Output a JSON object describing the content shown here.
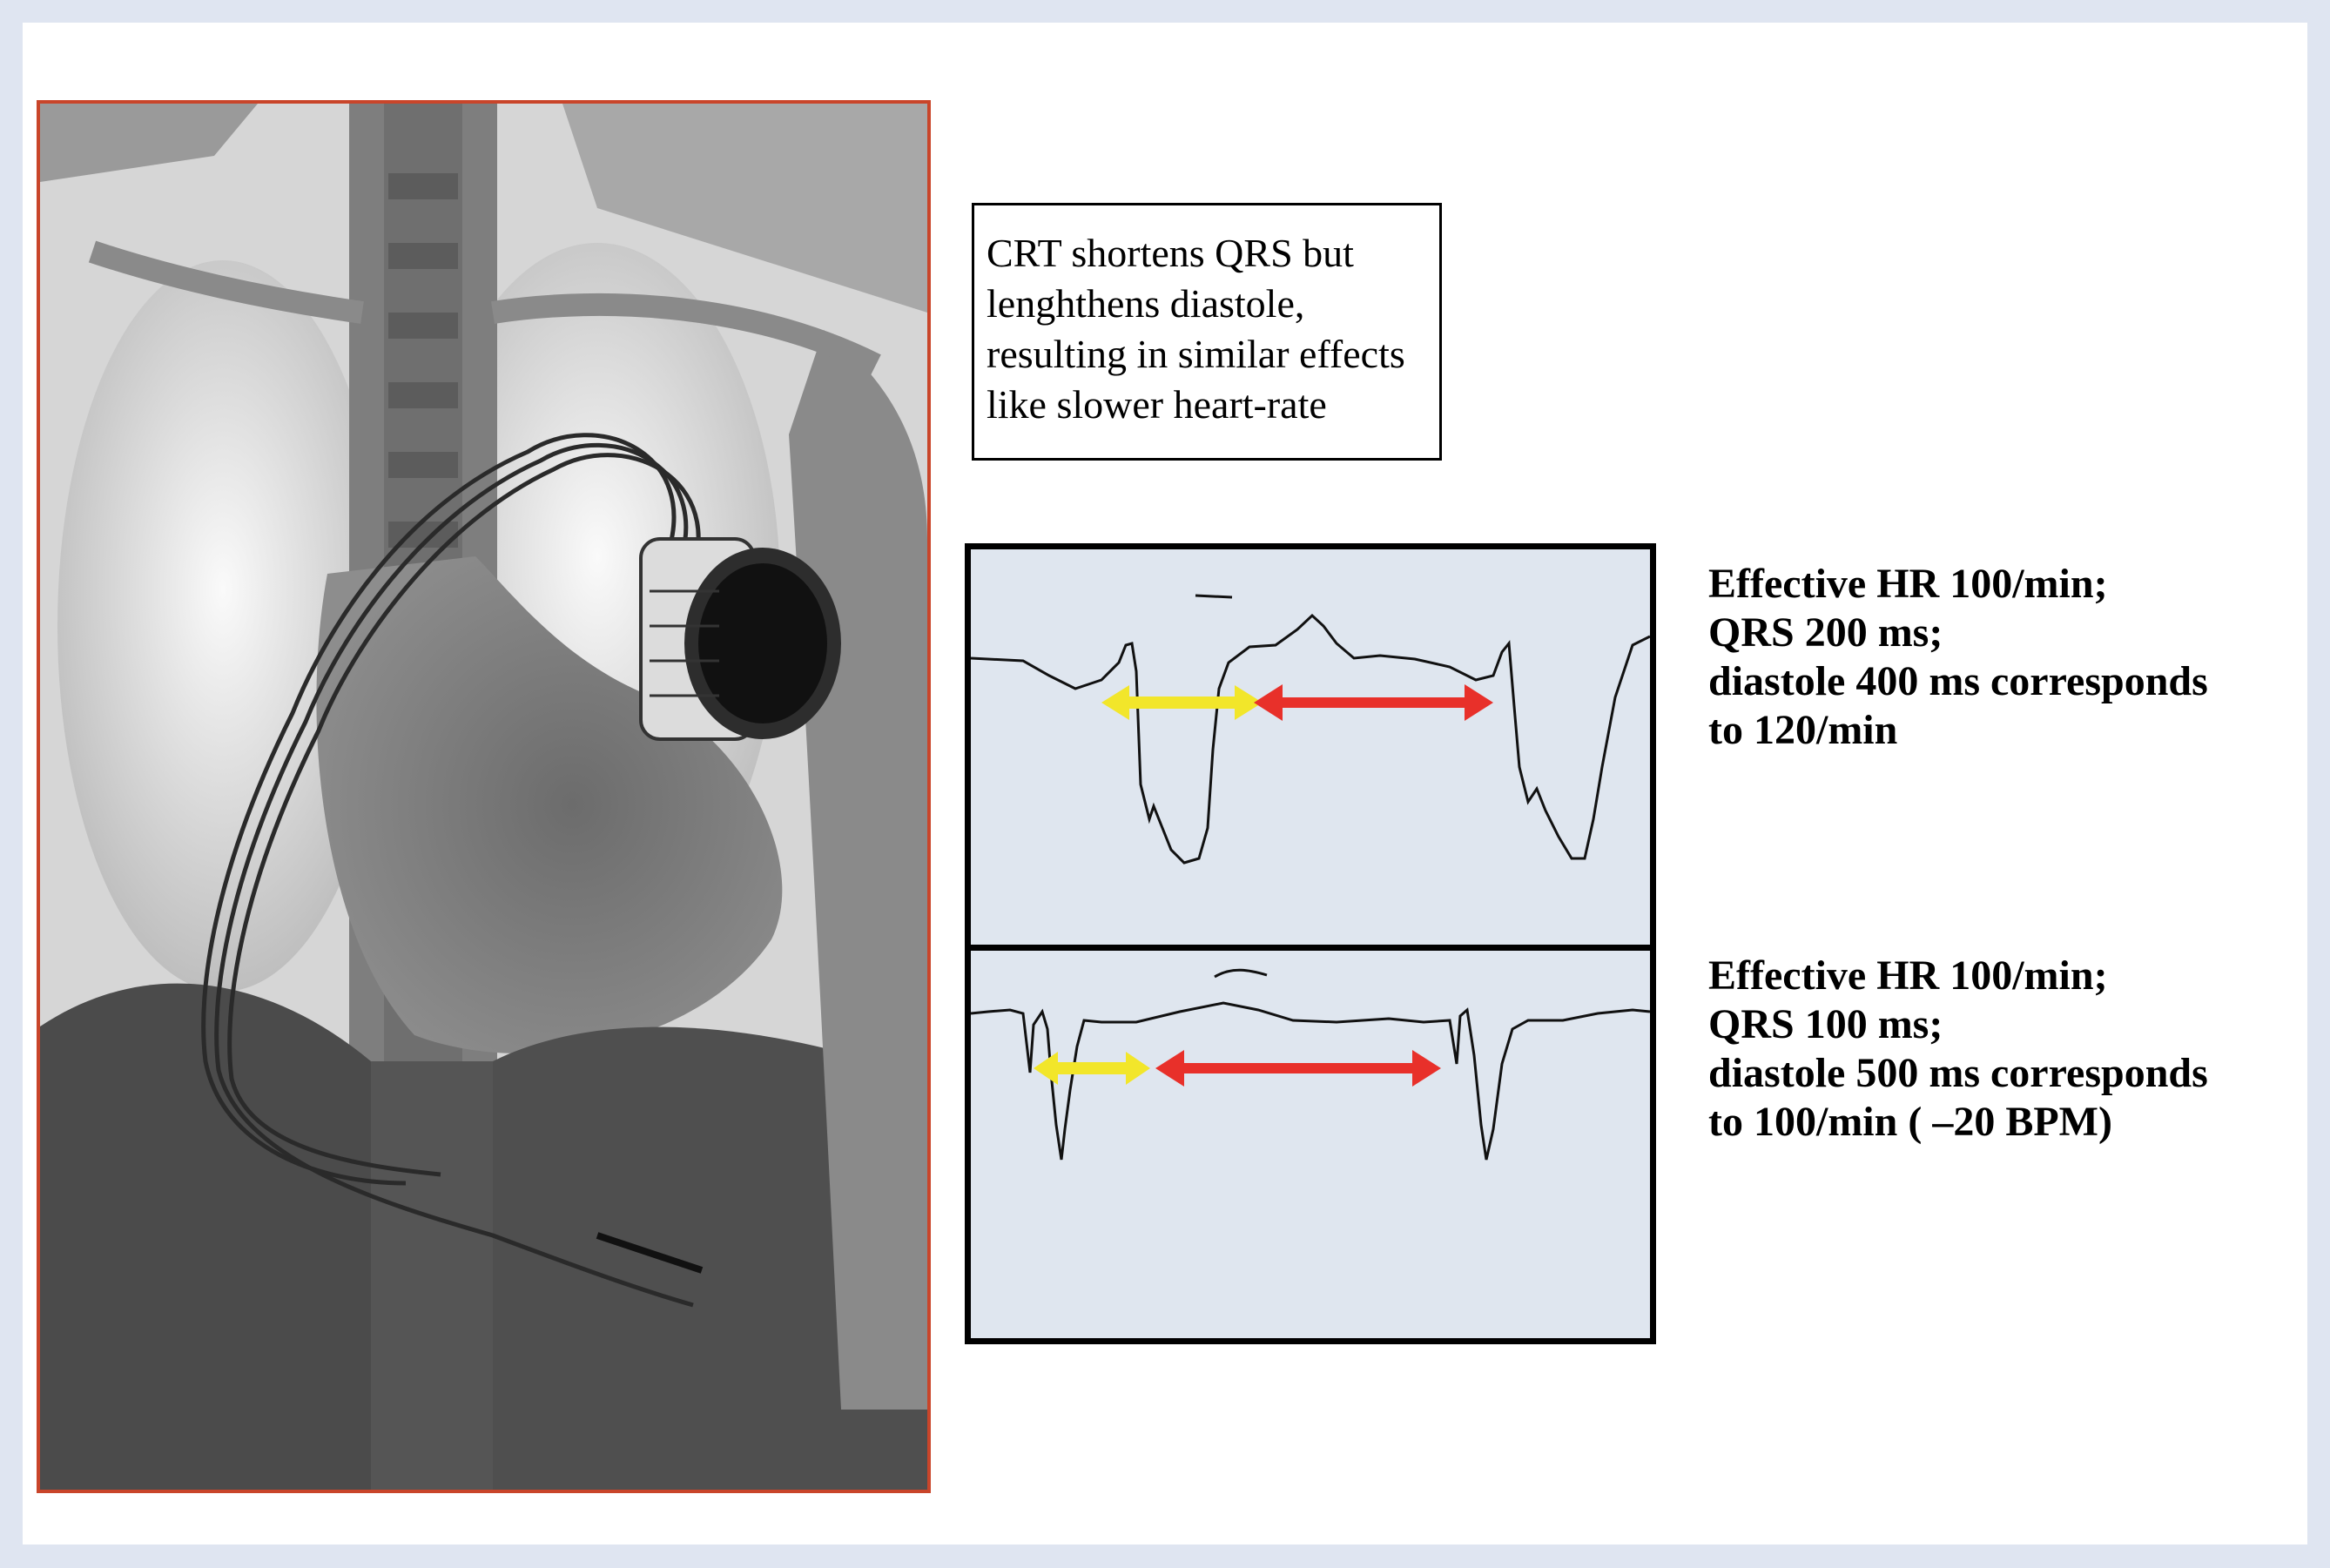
{
  "callout": {
    "lines": [
      "CRT shortens QRS but",
      "lenghthens diastole,",
      "resulting in similar effects",
      "like slower heart-rate"
    ]
  },
  "panels": [
    {
      "lines": [
        "Effective HR 100/min;",
        "QRS 200 ms;",
        "diastole 400 ms corresponds",
        "to 120/min"
      ]
    },
    {
      "lines": [
        "Effective HR 100/min;",
        "QRS 100 ms;",
        "diastole 500 ms corresponds",
        "to 100/min ( –20 BPM)"
      ]
    }
  ],
  "colors": {
    "qrs_arrow": "#f2e62a",
    "diastole_arrow": "#e8302a",
    "xray_border": "#c9452a",
    "ecg_background": "#dfe6ef",
    "page_frame": "#dfe5f1"
  },
  "icons": {
    "qrs_duration": "double-arrow-yellow",
    "diastole_duration": "double-arrow-red"
  }
}
